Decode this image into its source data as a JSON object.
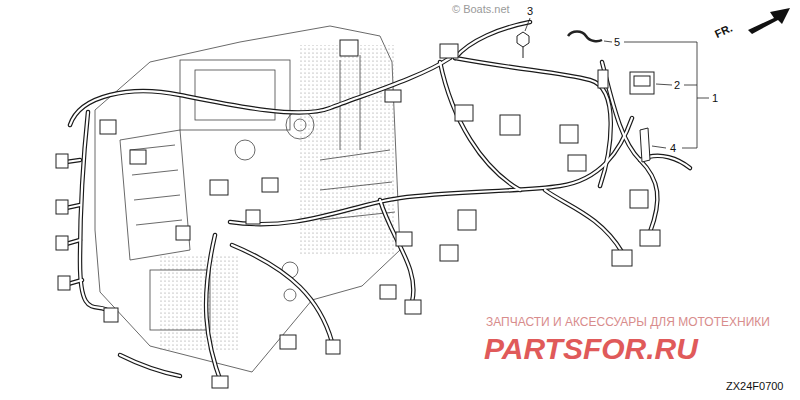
{
  "diagram": {
    "labels": [
      "3",
      "5",
      "2",
      "1",
      "4",
      "FR.",
      "© Boats.net",
      "ZX24F0700",
      "ЗАПЧАСТИ И АКСЕССУАРЫ ДЛЯ МОТОТЕХНИКИ",
      "PARTSFOR.RU"
    ]
  }
}
